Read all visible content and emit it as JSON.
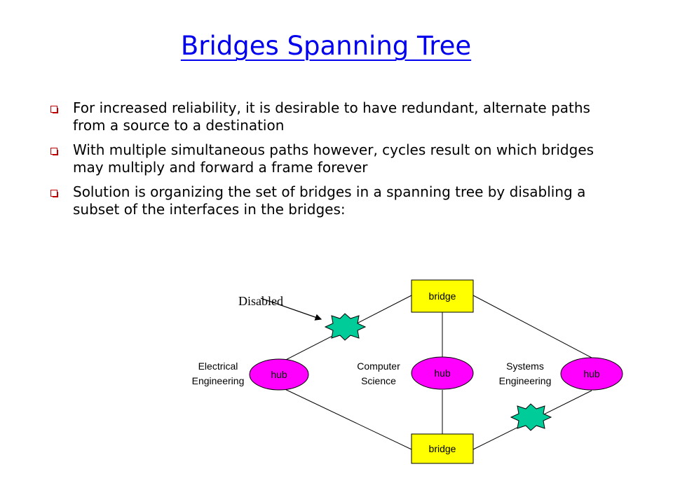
{
  "slide": {
    "title": "Bridges Spanning Tree",
    "bullets": [
      "For increased reliability, it is desirable to have redundant, alternate paths from a source to a destination",
      "With multiple simultaneous paths however, cycles result on which bridges may multiply and forward a frame forever",
      "Solution is organizing the set of bridges in a spanning tree by disabling a subset of the interfaces in the bridges:"
    ]
  },
  "diagram": {
    "bridges": [
      {
        "label": "bridge"
      },
      {
        "label": "bridge"
      }
    ],
    "hubs": [
      {
        "label": "hub",
        "network_line1": "Electrical",
        "network_line2": "Engineering"
      },
      {
        "label": "hub",
        "network_line1": "Computer",
        "network_line2": "Science"
      },
      {
        "label": "hub",
        "network_line1": "Systems",
        "network_line2": "Engineering"
      }
    ],
    "disabled_label": "Disabled",
    "colors": {
      "bridge_fill": "#ffff00",
      "hub_fill": "#ff00ff",
      "disabled_marker_fill": "#00cc99",
      "title": "#0000ee",
      "bullet_marker": "#c00000"
    }
  }
}
